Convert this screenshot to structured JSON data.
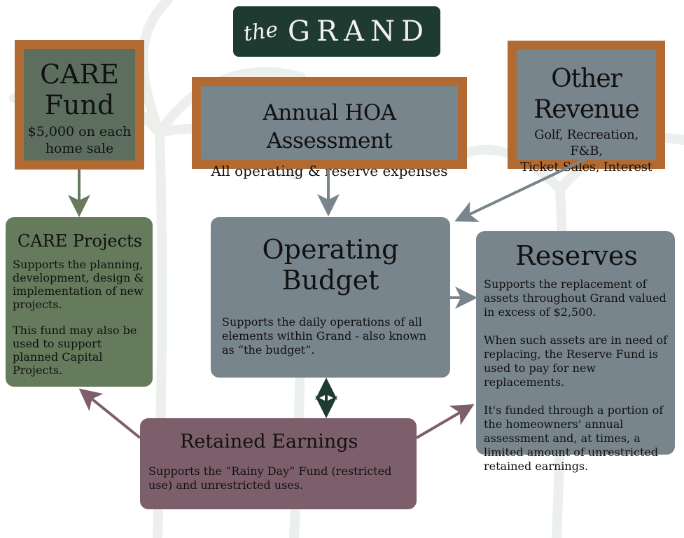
{
  "logo": {
    "script": "the",
    "name": "GRAND"
  },
  "care_fund": {
    "title_line1": "CARE",
    "title_line2": "Fund",
    "detail_line1": "$5,000 on each",
    "detail_line2": "home sale"
  },
  "hoa_assessment": {
    "title": "Annual HOA Assessment",
    "detail": "All operating & reserve expenses"
  },
  "other_revenue": {
    "title_line1": "Other",
    "title_line2": "Revenue",
    "detail_line1": "Golf, Recreation, F&B,",
    "detail_line2": "Ticket Sales, Interest"
  },
  "care_projects": {
    "title": "CARE Projects",
    "para1": "Supports the planning, development, design & implementation of new projects.",
    "para2": "This fund may also be used to support planned Capital Projects."
  },
  "operating_budget": {
    "title_line1": "Operating",
    "title_line2": "Budget",
    "description": "Supports the daily operations of all elements within Grand - also known as “the budget”."
  },
  "reserves": {
    "title": "Reserves",
    "para1": "Supports the replacement of assets throughout Grand valued in excess of $2,500.",
    "para2": "When such assets are in need of replacing, the Reserve Fund is used to pay for new replacements.",
    "para3": "It's funded through a portion of the homeowners' annual assessment and, at times, a limited amount of unrestricted retained earnings."
  },
  "retained_earnings": {
    "title": "Retained Earnings",
    "description": "Supports the “Rainy Day” Fund (restricted use) and unrestricted uses."
  },
  "colors": {
    "logo_bg": "#1f3a32",
    "source_border": "#b06a32",
    "slate": "#79858c",
    "green": "#657b5c",
    "mauve": "#7d5f6b",
    "dark_arrow": "#1f3a32"
  }
}
